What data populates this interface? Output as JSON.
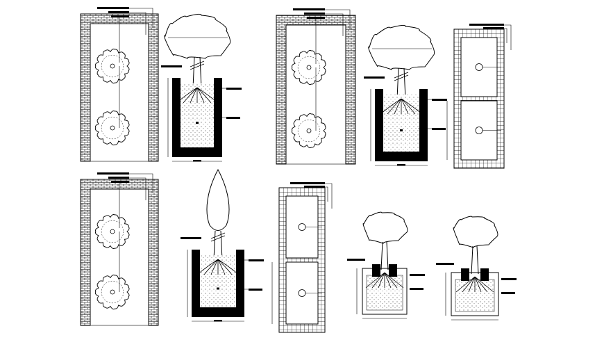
{
  "drawing": {
    "ink": "#000000",
    "paper": "#ffffff",
    "panels": [
      {
        "name": "plan-brick-bed-top-left",
        "kind": "brick-plan"
      },
      {
        "name": "section-tree-pit-top-left",
        "kind": "tree-pit"
      },
      {
        "name": "plan-brick-bed-top-middle",
        "kind": "brick-plan"
      },
      {
        "name": "section-tree-pit-top-middle",
        "kind": "tree-pit"
      },
      {
        "name": "plan-tree-grate-top-right",
        "kind": "grate-plan"
      },
      {
        "name": "plan-brick-bed-bottom-left",
        "kind": "brick-plan"
      },
      {
        "name": "section-cypress-pit-bottom",
        "kind": "tree-pit"
      },
      {
        "name": "plan-tree-grate-bottom",
        "kind": "grate-plan"
      },
      {
        "name": "section-raised-planter-left",
        "kind": "planter"
      },
      {
        "name": "section-raised-planter-right",
        "kind": "planter"
      }
    ]
  }
}
